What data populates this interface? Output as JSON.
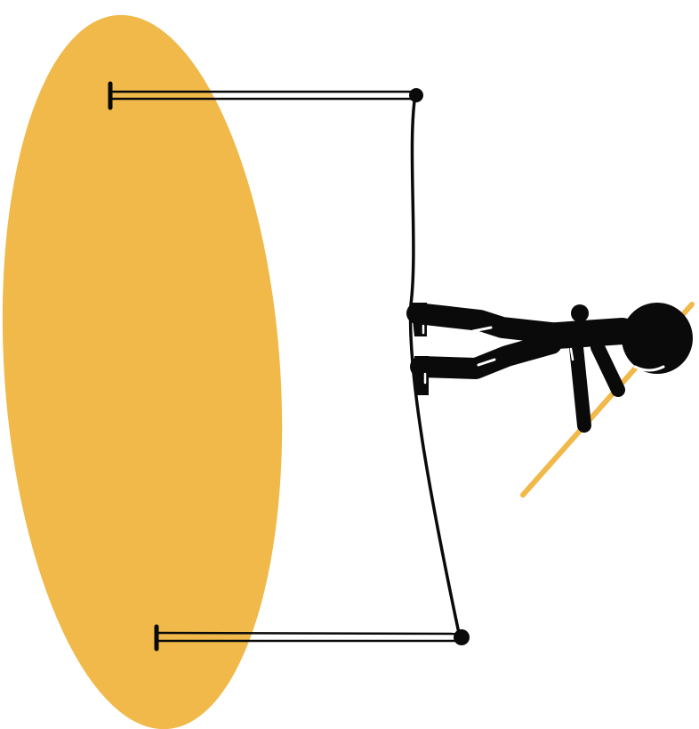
{
  "illustration": {
    "colors": {
      "background": "#ffffff",
      "accent_yellow": "#F0B94A",
      "ink": "#0a0a0a",
      "highlight": "#ffffff"
    },
    "elements": [
      "yellow-oval-shape",
      "upper-rod",
      "lower-rod",
      "curved-frame-line",
      "stick-figure",
      "yellow-stick"
    ]
  }
}
